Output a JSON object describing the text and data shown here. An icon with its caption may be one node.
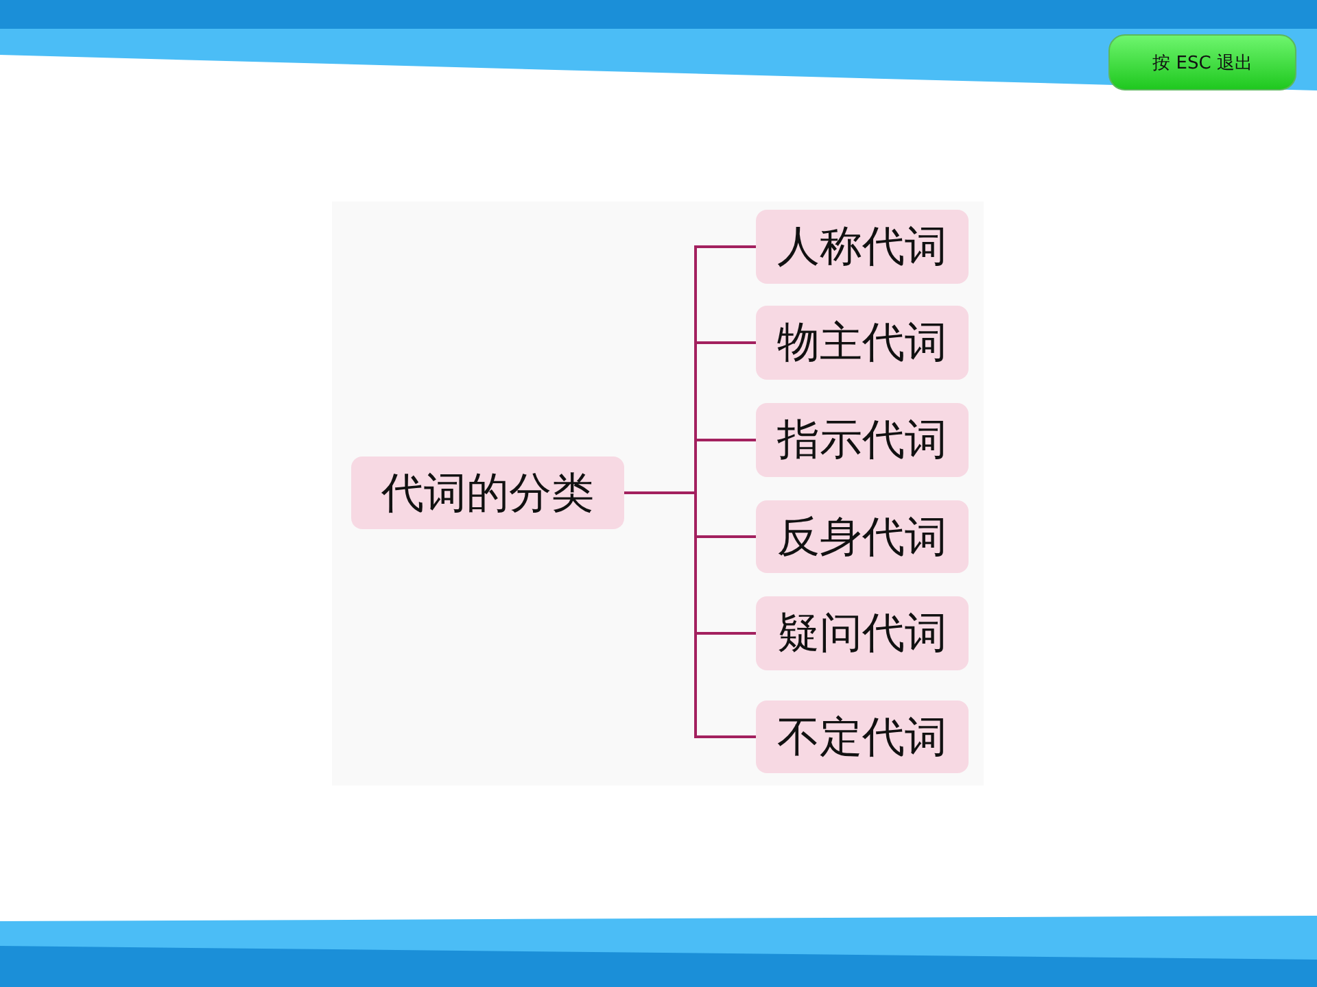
{
  "diagram": {
    "nodes": [
      {
        "text": [
          "代词的分类"
        ]
      },
      {
        "text": [
          "人称代词"
        ]
      },
      {
        "text": [
          "物主代词"
        ]
      },
      {
        "text": [
          "指示代词"
        ]
      },
      {
        "text": [
          "反身代词"
        ]
      },
      {
        "text": [
          "疑问代词"
        ]
      },
      {
        "text": [
          "不定代词"
        ]
      }
    ],
    "edges": [
      {
        "from": 0,
        "to": 1,
        "arrow": "none"
      },
      {
        "from": 0,
        "to": 2,
        "arrow": "none"
      },
      {
        "from": 0,
        "to": 3,
        "arrow": "none"
      },
      {
        "from": 0,
        "to": 4,
        "arrow": "none"
      },
      {
        "from": 0,
        "to": 5,
        "arrow": "none"
      },
      {
        "from": 0,
        "to": 6,
        "arrow": "none"
      }
    ],
    "labels": [
      "按 ESC 退出"
    ]
  }
}
